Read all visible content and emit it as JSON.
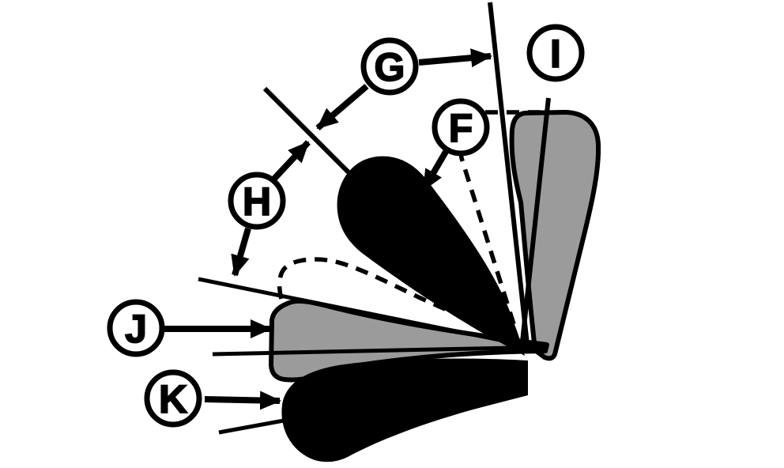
{
  "labels": [
    {
      "letter": "F"
    },
    {
      "letter": "G"
    },
    {
      "letter": "H"
    },
    {
      "letter": "I"
    },
    {
      "letter": "J"
    },
    {
      "letter": "K"
    }
  ],
  "colors": {
    "ink": "#000000",
    "lever_gray": "#9b9b9b",
    "background": "#ffffff"
  }
}
